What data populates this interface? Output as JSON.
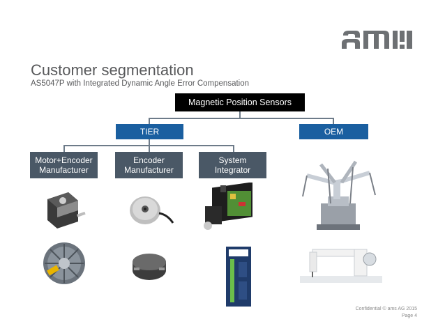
{
  "logo": {
    "text": "ams"
  },
  "slide": {
    "title": "Customer segmentation",
    "subtitle": "AS5047P with Integrated Dynamic Angle Error Compensation"
  },
  "hierarchy": {
    "root": "Magnetic Position Sensors",
    "tier": "TIER",
    "oem": "OEM",
    "categories": [
      {
        "line1": "Motor+Encoder",
        "line2": "Manufacturer"
      },
      {
        "line1": "Encoder",
        "line2": "Manufacturer"
      },
      {
        "line1": "System",
        "line2": "Integrator"
      }
    ]
  },
  "footer": {
    "confidential": "Confidential © ams AG 2015",
    "page": "Page 4"
  },
  "colors": {
    "tier_blue": "#1a5fa0",
    "category_gray": "#4a5866",
    "root_black": "#000000"
  }
}
